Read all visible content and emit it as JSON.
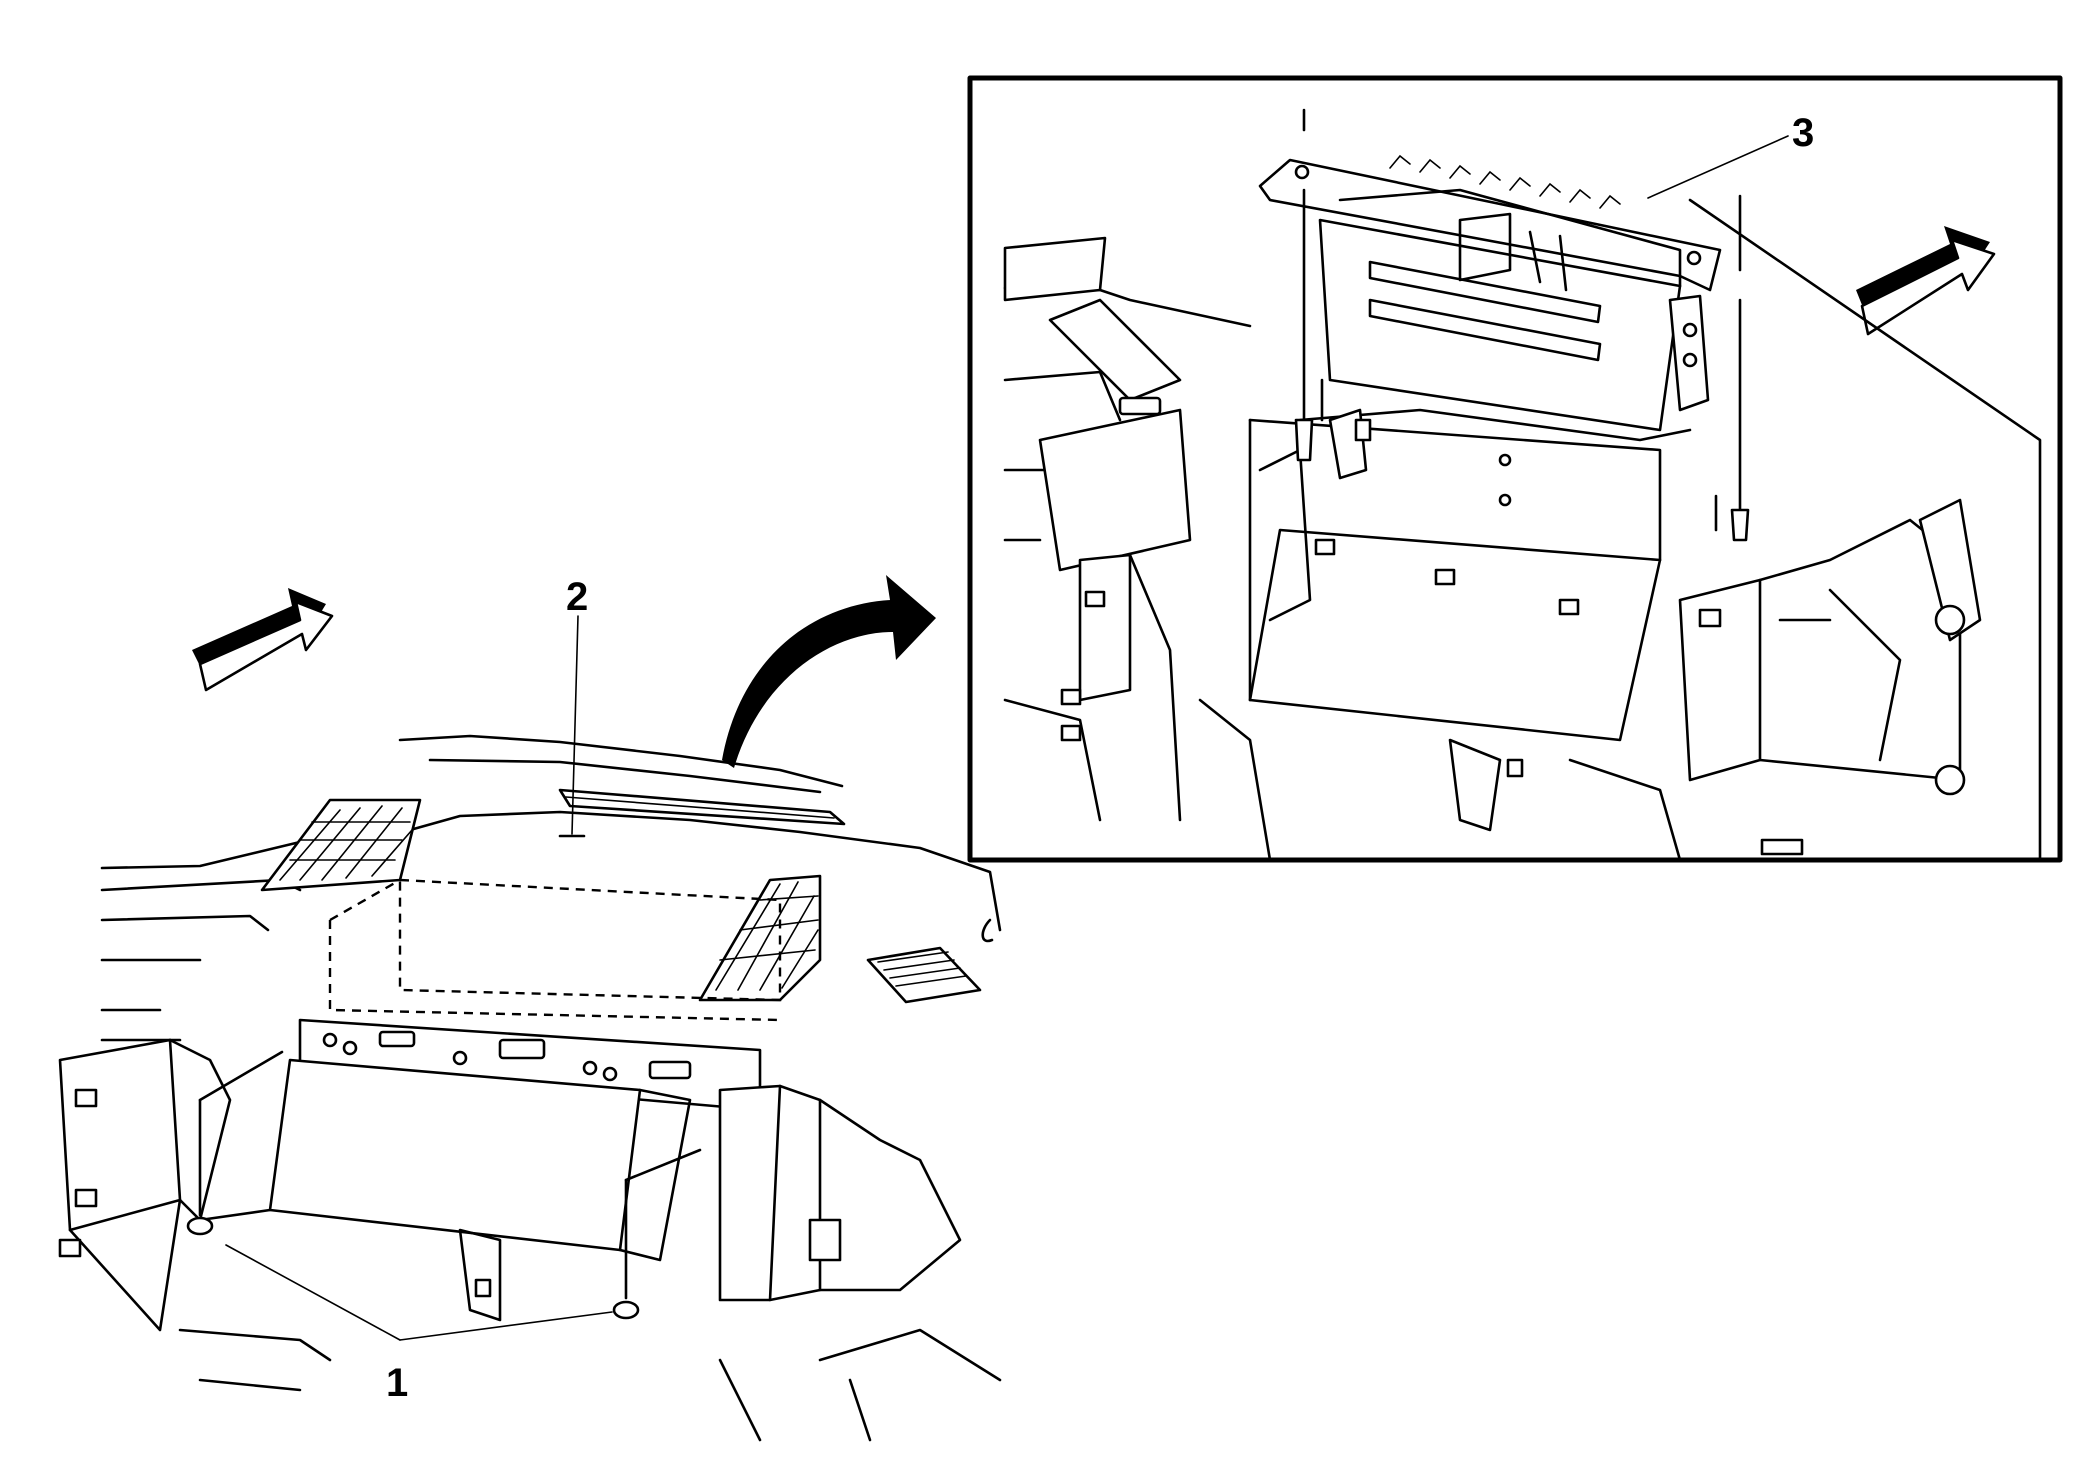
{
  "callouts": [
    {
      "id": "1",
      "label": "1"
    },
    {
      "id": "2",
      "label": "2"
    },
    {
      "id": "3",
      "label": "3"
    }
  ],
  "colors": {
    "ink": "#000000",
    "paper": "#ffffff"
  },
  "icons": [
    "direction-arrow-icon",
    "transition-arrow-icon"
  ]
}
